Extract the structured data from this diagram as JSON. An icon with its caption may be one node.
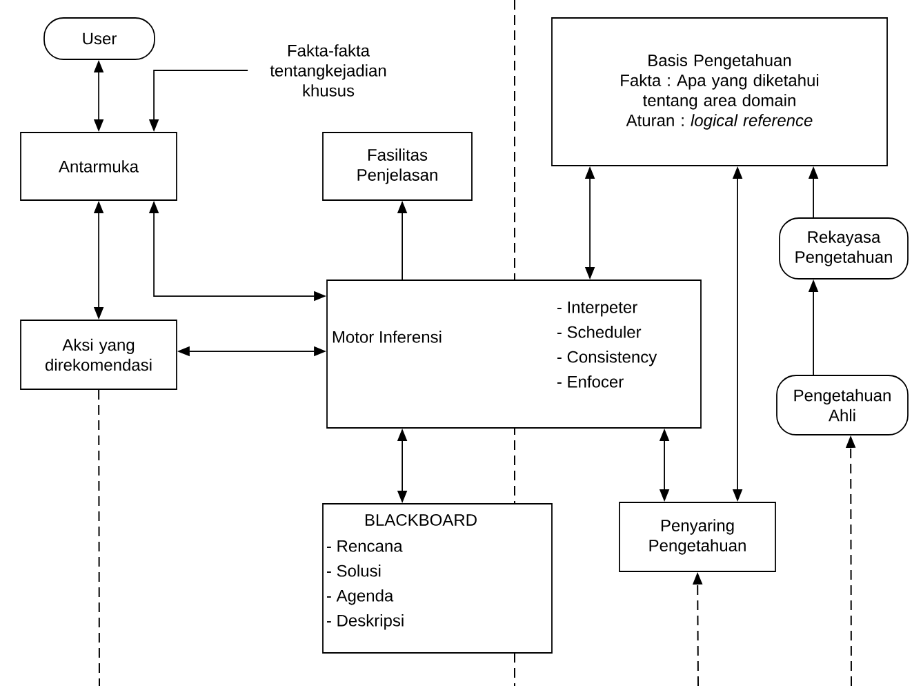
{
  "diagram": {
    "nodes": [
      {
        "text": [
          "User"
        ]
      },
      {
        "text": [
          "Fakta-fakta tentangkejadian khusus"
        ]
      },
      {
        "text": [
          "Antarmuka"
        ]
      },
      {
        "text": [
          "Fasilitas Penjelasan"
        ]
      },
      {
        "text": [
          "Basis Pengetahuan",
          "Fakta : Apa yang diketahui tentang area domain",
          "Aturan : *logical reference*"
        ]
      },
      {
        "text": [
          "Motor Inferensi",
          "- Interpeter",
          "- Scheduler",
          "- Consistency",
          "- Enfocer"
        ]
      },
      {
        "text": [
          "Rekayasa Pengetahuan"
        ]
      },
      {
        "text": [
          "Aksi yang direkomendasi"
        ]
      },
      {
        "text": [
          "Pengetahuan Ahli"
        ]
      },
      {
        "text": [
          "BLACKBOARD",
          "- Rencana",
          "- Solusi",
          "- Agenda",
          "- Deskripsi"
        ]
      },
      {
        "text": [
          "Penyaring Pengetahuan"
        ]
      }
    ],
    "edges": [
      {
        "from": 0,
        "to": 2,
        "arrow": "both"
      },
      {
        "from": 1,
        "to": 2,
        "arrow": "to"
      },
      {
        "from": 2,
        "to": 7,
        "arrow": "both"
      },
      {
        "from": 2,
        "to": 5,
        "arrow": "both"
      },
      {
        "from": 7,
        "to": 5,
        "arrow": "both"
      },
      {
        "from": 5,
        "to": 3,
        "arrow": "to"
      },
      {
        "from": 4,
        "to": 5,
        "arrow": "both"
      },
      {
        "from": 5,
        "to": 9,
        "arrow": "both"
      },
      {
        "from": 5,
        "to": 10,
        "arrow": "both"
      },
      {
        "from": 10,
        "to": 4,
        "arrow": "both"
      },
      {
        "from": 6,
        "to": 4,
        "arrow": "to"
      },
      {
        "from": 8,
        "to": 6,
        "arrow": "to"
      },
      {
        "from": null,
        "to": 10,
        "arrow": "to",
        "style": "dashed"
      },
      {
        "from": null,
        "to": 8,
        "arrow": "to",
        "style": "dashed"
      },
      {
        "from": 7,
        "to": null,
        "arrow": "none",
        "style": "dashed"
      }
    ]
  }
}
